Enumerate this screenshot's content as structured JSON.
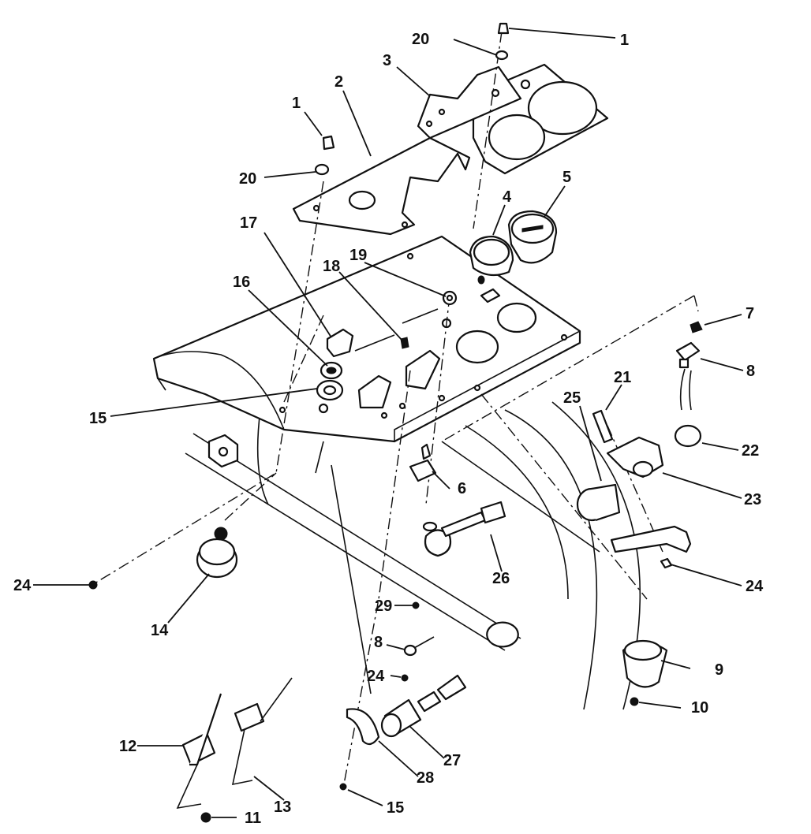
{
  "callouts": [
    {
      "label": "1"
    },
    {
      "label": "20"
    },
    {
      "label": "3"
    },
    {
      "label": "2"
    },
    {
      "label": "1"
    },
    {
      "label": "20"
    },
    {
      "label": "4"
    },
    {
      "label": "5"
    },
    {
      "label": "17"
    },
    {
      "label": "19"
    },
    {
      "label": "18"
    },
    {
      "label": "16"
    },
    {
      "label": "7"
    },
    {
      "label": "8"
    },
    {
      "label": "21"
    },
    {
      "label": "25"
    },
    {
      "label": "15"
    },
    {
      "label": "22"
    },
    {
      "label": "6"
    },
    {
      "label": "23"
    },
    {
      "label": "26"
    },
    {
      "label": "24"
    },
    {
      "label": "24"
    },
    {
      "label": "14"
    },
    {
      "label": "29"
    },
    {
      "label": "8"
    },
    {
      "label": "9"
    },
    {
      "label": "24"
    },
    {
      "label": "10"
    },
    {
      "label": "12"
    },
    {
      "label": "27"
    },
    {
      "label": "28"
    },
    {
      "label": "13"
    },
    {
      "label": "11"
    },
    {
      "label": "15"
    }
  ]
}
